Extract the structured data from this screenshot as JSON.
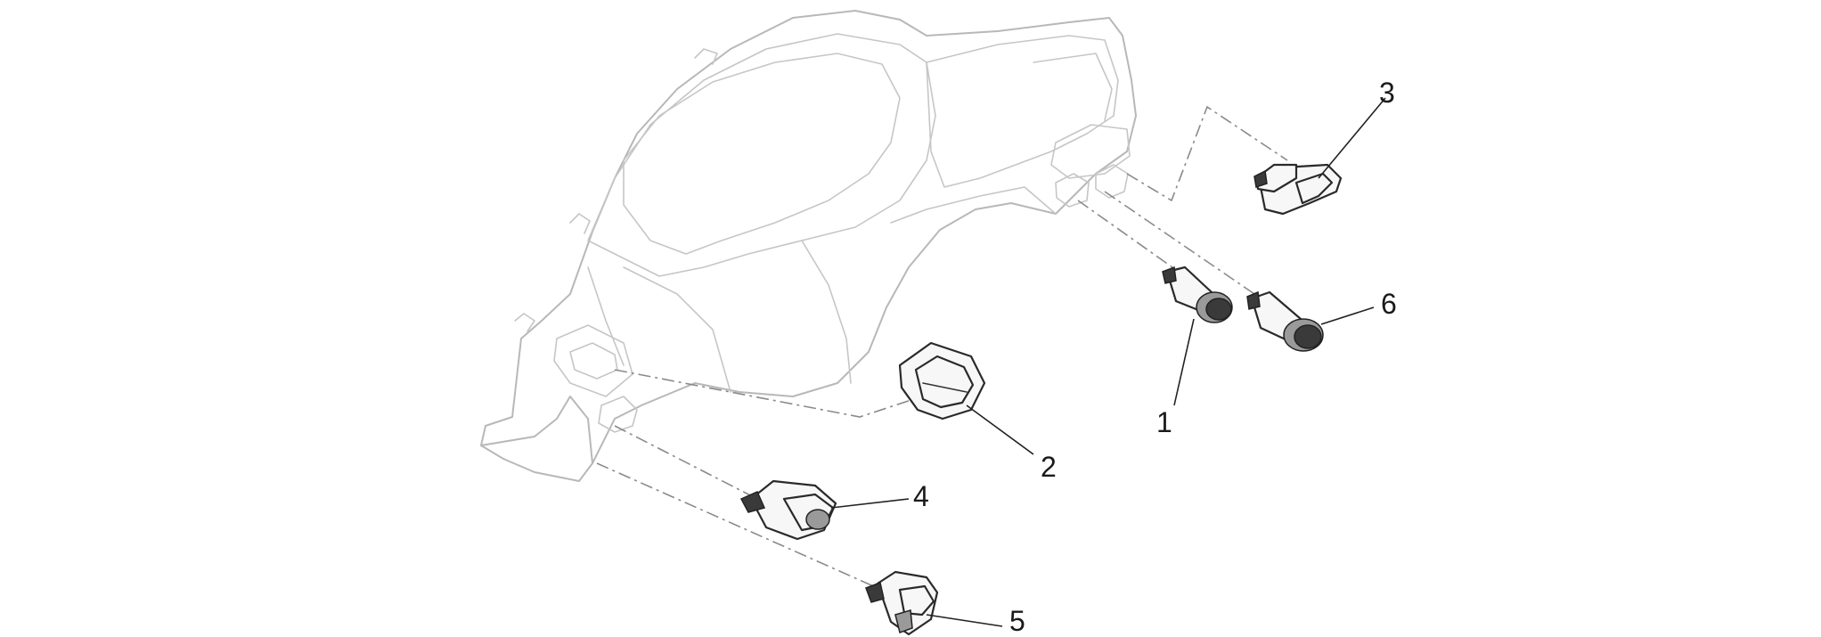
{
  "callouts": [
    {
      "id": "part-1",
      "label": "1"
    },
    {
      "id": "part-2",
      "label": "2"
    },
    {
      "id": "part-3",
      "label": "3"
    },
    {
      "id": "part-4",
      "label": "4"
    },
    {
      "id": "part-5",
      "label": "5"
    },
    {
      "id": "part-6",
      "label": "6"
    }
  ],
  "colors": {
    "outline": "#b8b8b8",
    "part_stroke": "#2a2a2a",
    "dash_line": "#8a8a8a",
    "text": "#1a1a1a"
  }
}
